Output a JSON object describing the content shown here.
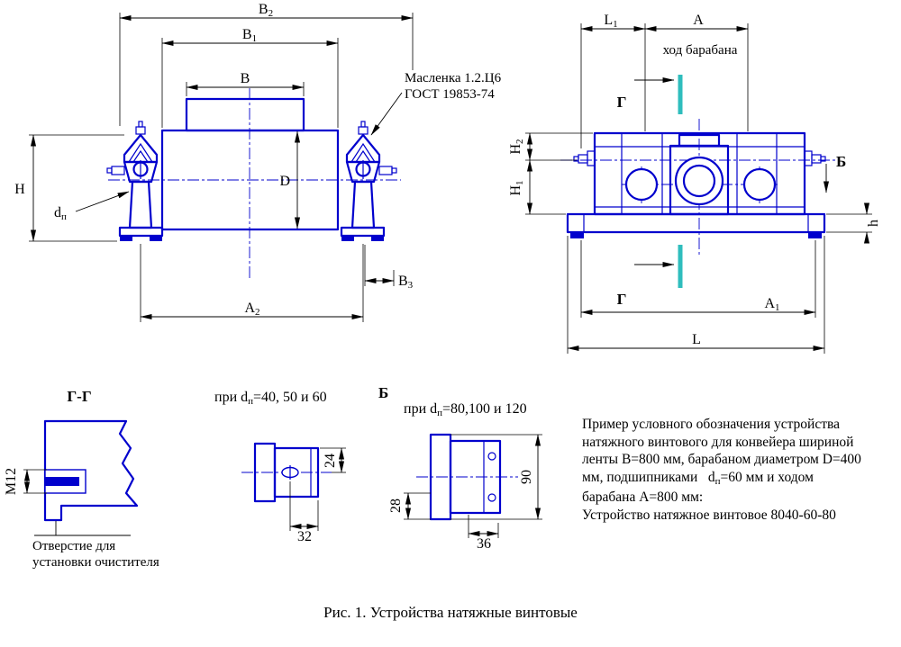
{
  "front_view": {
    "grease_line1": "Масленка 1.2.Ц6",
    "grease_line2": "ГОСТ 19853-74",
    "dims": {
      "B2": {
        "main": "B",
        "sub": "2"
      },
      "B1": {
        "main": "B",
        "sub": "1"
      },
      "B": "B",
      "D": "D",
      "H": "H",
      "dp": {
        "main": "d",
        "sub": "п"
      },
      "A2": {
        "main": "A",
        "sub": "2"
      },
      "B3": {
        "main": "B",
        "sub": "3"
      }
    }
  },
  "side_view": {
    "section_label": "Г",
    "view_label": "Б",
    "drum_travel_note": "ход барабана",
    "dims": {
      "L1": {
        "main": "L",
        "sub": "1"
      },
      "A": "A",
      "H2": {
        "main": "H",
        "sub": "2"
      },
      "H1": {
        "main": "H",
        "sub": "1"
      },
      "h": "h",
      "A1": {
        "main": "A",
        "sub": "1"
      },
      "L": "L"
    }
  },
  "section_gg": {
    "title": "Г-Г",
    "thread_label": "M12",
    "note_line1": "Отверстие для",
    "note_line2": "установки очистителя"
  },
  "detail_small": {
    "title_prefix": "при d",
    "title_sub": "п",
    "title_suffix": "=40, 50 и 60",
    "dim_height": "24",
    "dim_width": "32"
  },
  "detail_large": {
    "view_label": "Б",
    "title_prefix": "при d",
    "title_sub": "п",
    "title_suffix": "=80,100 и 120",
    "dim_height": "90",
    "dim_offset": "28",
    "dim_width": "36"
  },
  "example": {
    "line1": "Пример условного обозначения устройства",
    "line2": "натяжного винтового для конвейера шириной",
    "line3": "ленты B=800 мм, барабаном диаметром D=400",
    "line4_prefix": "мм, подшипниками   d",
    "line4_sub": "п",
    "line4_suffix": "=60 мм и ходом",
    "line5": "барабана A=800 мм:",
    "line6": "Устройство натяжное винтовое 8040-60-80"
  },
  "caption": "Рис. 1. Устройства натяжные винтовые",
  "colors": {
    "drawing": "#0000cd",
    "dimension": "#000000",
    "section_mark": "#2fbdbd"
  }
}
